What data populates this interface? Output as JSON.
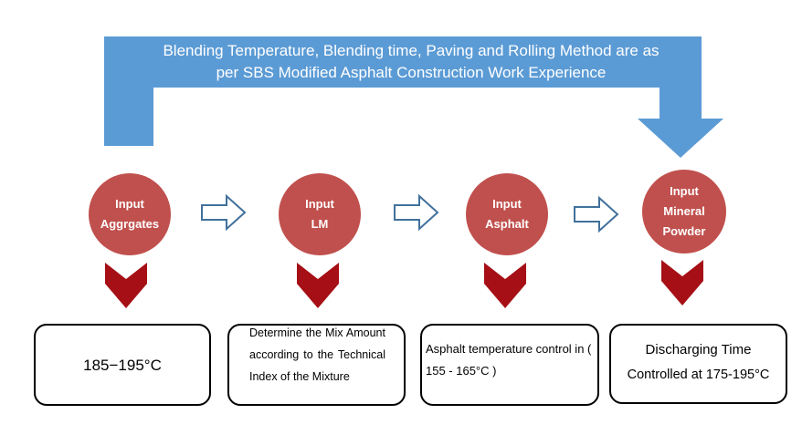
{
  "banner": {
    "line1": "Blending Temperature,    Blending time, Paving and Rolling Method are as",
    "line2": "per SBS Modified Asphalt Construction Work Experience"
  },
  "steps": [
    {
      "lines": [
        "Input",
        "Aggrgates"
      ],
      "box_text": "185−195°C"
    },
    {
      "lines": [
        "Input",
        "LM"
      ],
      "box_text": "Determine the Mix Amount according to the Technical Index of the Mixture"
    },
    {
      "lines": [
        "Input",
        "Asphalt"
      ],
      "box_text": "Asphalt temperature control in ( 155 - 165°C )"
    },
    {
      "lines": [
        "Input",
        "Mineral",
        "Powder"
      ],
      "box_text_lines": [
        "Discharging Time",
        "Controlled at 175-195°C"
      ]
    }
  ],
  "colors": {
    "banner": "#5b9bd5",
    "circle": "#c0504d",
    "chevron": "#a50f15",
    "flow_arrow_stroke": "#41719c"
  }
}
